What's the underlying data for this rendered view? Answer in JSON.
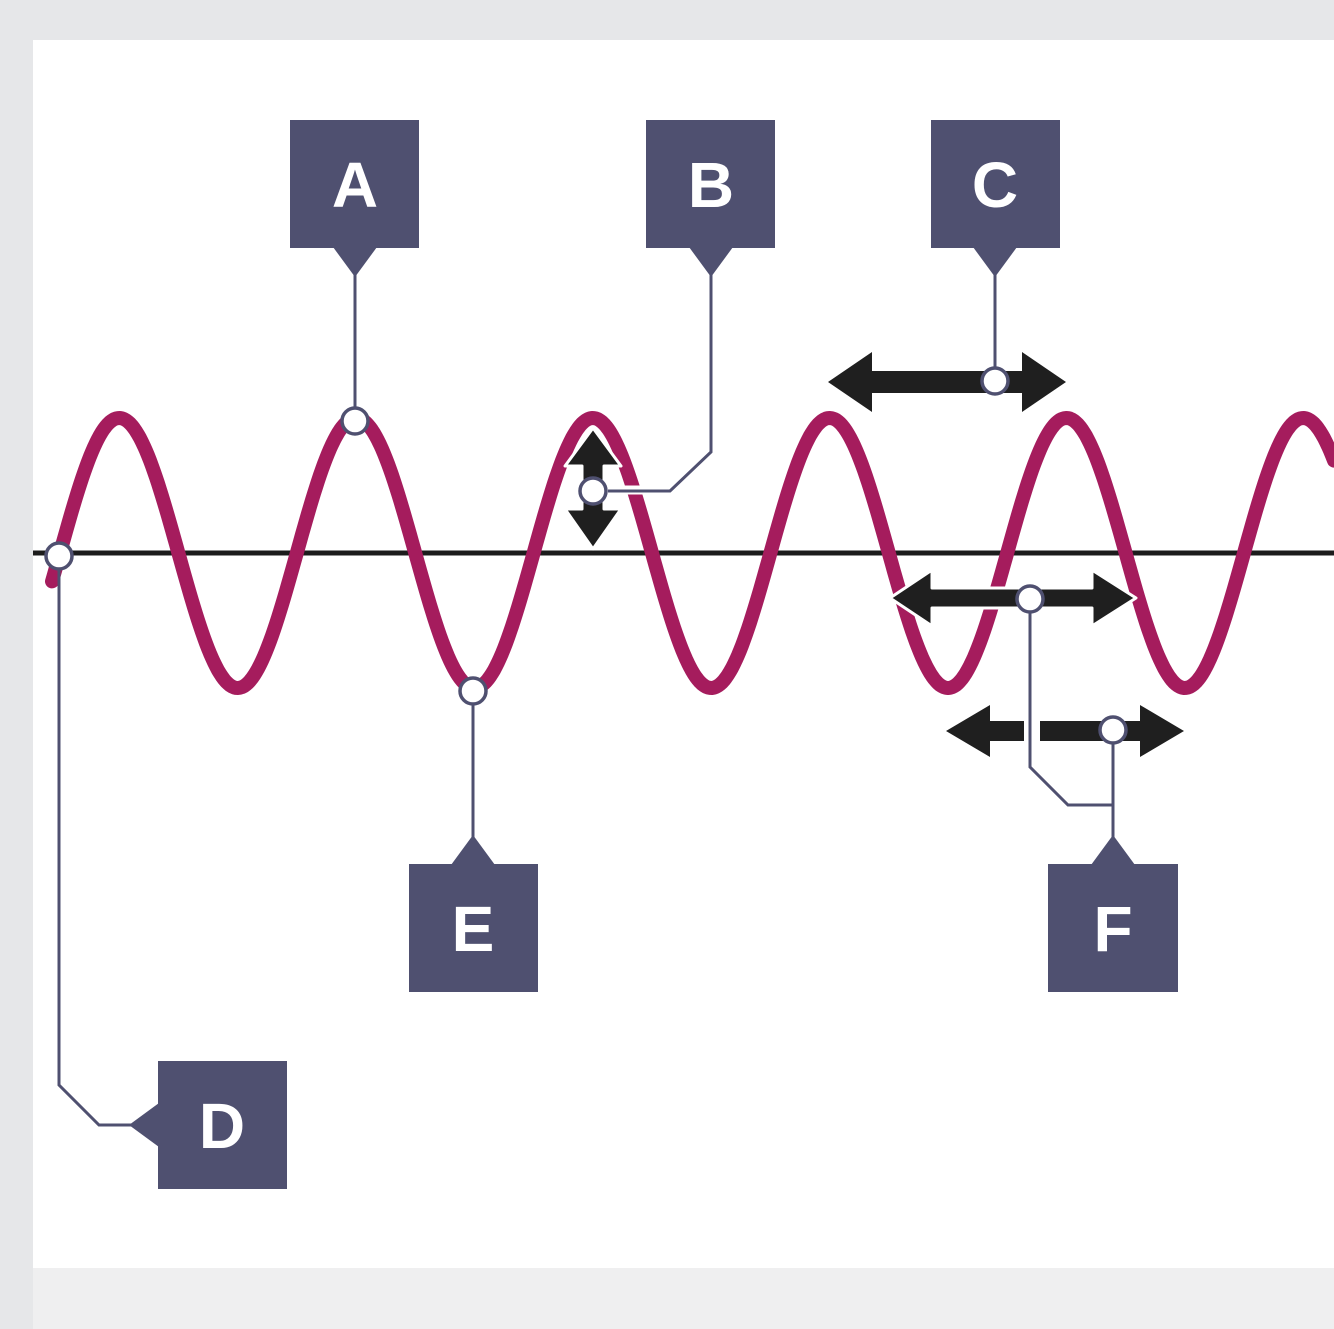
{
  "diagram": {
    "labels": [
      {
        "id": "A",
        "text": "A"
      },
      {
        "id": "B",
        "text": "B"
      },
      {
        "id": "C",
        "text": "C"
      },
      {
        "id": "D",
        "text": "D"
      },
      {
        "id": "E",
        "text": "E"
      },
      {
        "id": "F",
        "text": "F"
      }
    ],
    "colors": {
      "background": "#e6e7e9",
      "panel": "#ffffff",
      "wave": "#a51c5d",
      "label_box": "#4f5070",
      "label_text": "#ffffff",
      "axis": "#1c1c1c",
      "arrows": "#1f1f1f"
    }
  }
}
